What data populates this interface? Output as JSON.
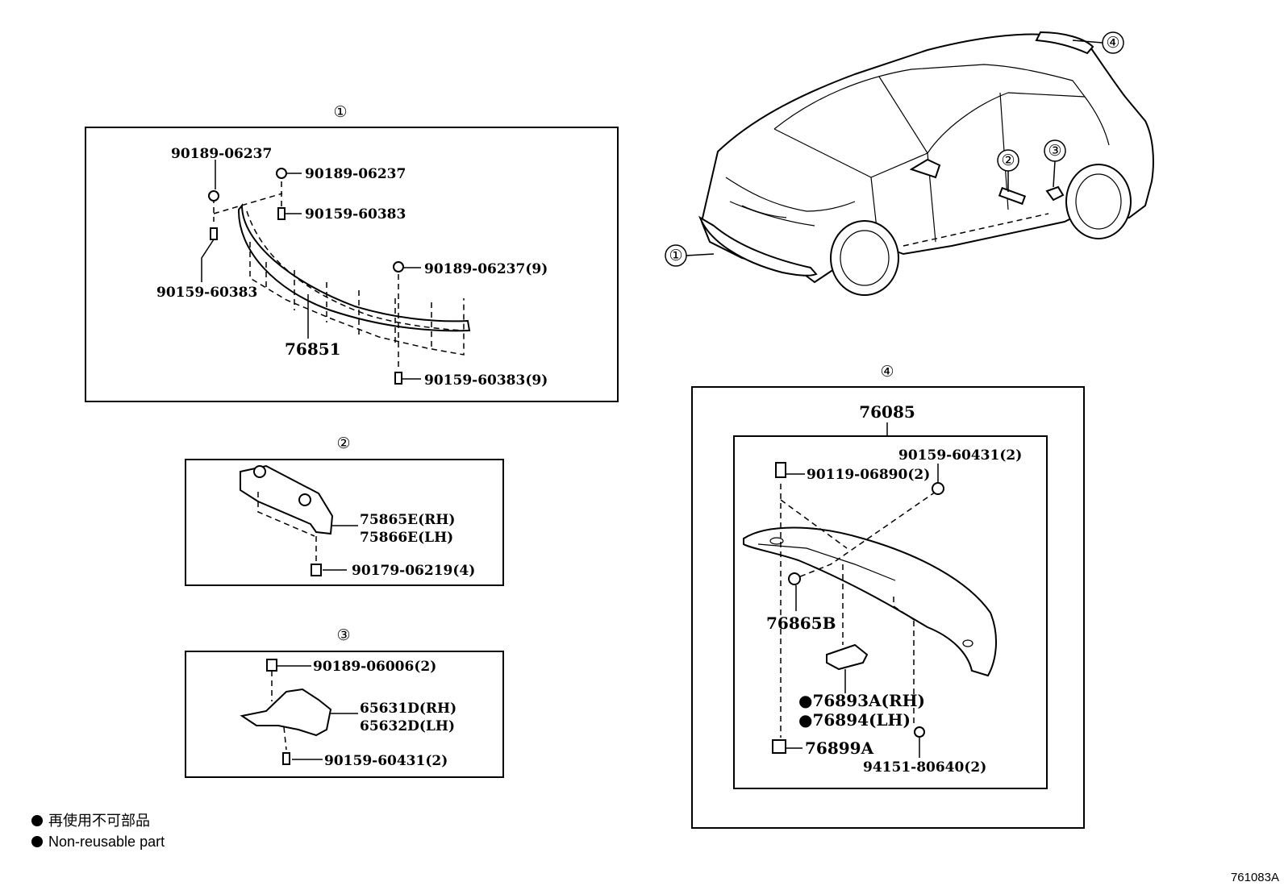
{
  "callouts": {
    "c1": "①",
    "c2": "②",
    "c3": "③",
    "c4": "④"
  },
  "car": {
    "marks": [
      "①",
      "②",
      "③",
      "④"
    ]
  },
  "group1": {
    "title": "①",
    "labels": [
      "90189-06237",
      "90189-06237",
      "90159-60383",
      "90189-06237(9)",
      "90159-60383",
      "76851",
      "90159-60383(9)"
    ]
  },
  "group2": {
    "title": "②",
    "labels": [
      "75865E(RH)",
      "75866E(LH)",
      "90179-06219(4)"
    ]
  },
  "group3": {
    "title": "③",
    "labels": [
      "90189-06006(2)",
      "65631D(RH)",
      "65632D(LH)",
      "90159-60431(2)"
    ]
  },
  "group4": {
    "title": "④",
    "assembly": "76085",
    "labels": [
      "90159-60431(2)",
      "90119-06890(2)",
      "76865B",
      "●76893A(RH)",
      "●76894(LH)",
      "76899A",
      "94151-80640(2)"
    ]
  },
  "legend": {
    "jp": "再使用不可部品",
    "en": "Non-reusable part"
  },
  "figure_code": "761083A"
}
